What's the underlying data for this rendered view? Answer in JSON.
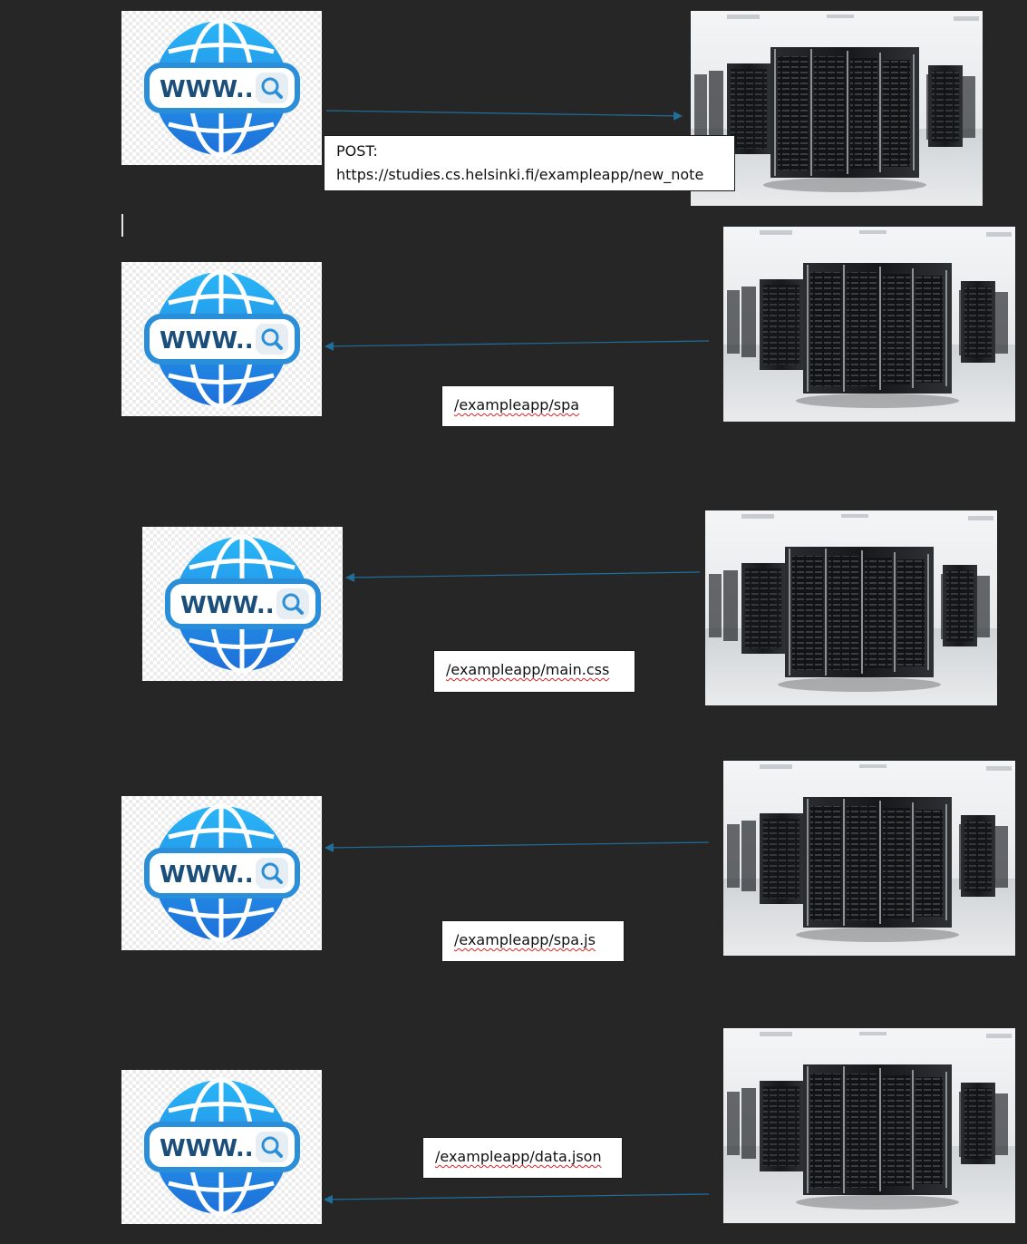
{
  "browser_icon": {
    "icon": "www-globe-search-icon",
    "text": "WWW..."
  },
  "server_image": {
    "icon": "server-rack-datacenter-image"
  },
  "steps": [
    {
      "direction": "browser-to-server",
      "label_lines": [
        "POST:",
        "https://studies.cs.helsinki.fi/exampleapp/new_note"
      ]
    },
    {
      "direction": "server-to-browser",
      "label": "/exampleapp/spa"
    },
    {
      "direction": "server-to-browser",
      "label": "/exampleapp/main.css"
    },
    {
      "direction": "server-to-browser",
      "label": "/exampleapp/spa.js"
    },
    {
      "direction": "server-to-browser",
      "label": "/exampleapp/data.json"
    }
  ],
  "colors": {
    "background": "#262626",
    "arrow": "#1f6f9a",
    "globe_light": "#29b6f6",
    "globe_dark": "#1e6fd9",
    "box_border": "#1a1a1a"
  }
}
